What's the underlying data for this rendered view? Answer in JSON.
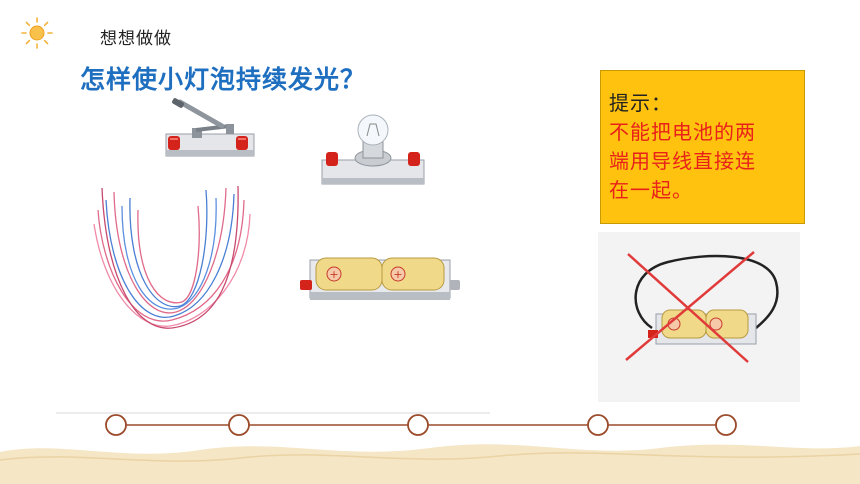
{
  "header": {
    "section_label": "想想做做"
  },
  "main": {
    "question": "怎样使小灯泡持续发光？"
  },
  "hint": {
    "title": "提示：",
    "lines": [
      "不能把电池的两",
      "端用导线直接连",
      "在一起。"
    ]
  },
  "colors": {
    "question": "#1f6fc0",
    "hint_background": "#ffc20e",
    "hint_text": "#e8221b",
    "cross": "#e03a3a",
    "timeline": "#9b4a2a"
  },
  "icons": [
    "sun-icon",
    "knife-switch-icon",
    "bulb-holder-icon",
    "wire-bundle-icon",
    "battery-holder-icon",
    "crossed-circuit-icon"
  ]
}
